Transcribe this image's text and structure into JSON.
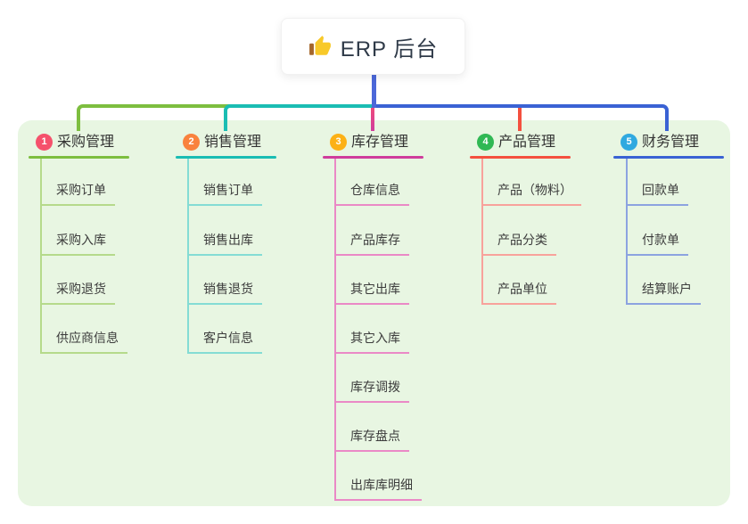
{
  "root": {
    "label": "ERP 后台",
    "icon": "thumbs-up-icon"
  },
  "colors": {
    "canvas_bg": "#ffffff",
    "panel_bg": "#e8f6e2",
    "root_connector": "#4c68d9",
    "root_text": "#2f3a48",
    "title_text": "#333333",
    "child_text": "#3c3c3c",
    "thumb_yellow": "#f8c929",
    "thumb_sleeve": "#a4662b"
  },
  "branches": [
    {
      "badge": "1",
      "label": "采购管理",
      "badge_color": "#f5516c",
      "line_color": "#7dbe3f",
      "child_line_color": "#b5da8b",
      "children": [
        "采购订单",
        "采购入库",
        "采购退货",
        "供应商信息"
      ]
    },
    {
      "badge": "2",
      "label": "销售管理",
      "badge_color": "#f9823d",
      "line_color": "#1abdb3",
      "child_line_color": "#84dcd4",
      "children": [
        "销售订单",
        "销售出库",
        "销售退货",
        "客户信息"
      ]
    },
    {
      "badge": "3",
      "label": "库存管理",
      "badge_color": "#fcb116",
      "line_color": "#cf3d9c",
      "child_line_color": "#ea89c6",
      "children": [
        "仓库信息",
        "产品库存",
        "其它出库",
        "其它入库",
        "库存调拨",
        "库存盘点",
        "出库库明细"
      ]
    },
    {
      "badge": "4",
      "label": "产品管理",
      "badge_color": "#30b854",
      "line_color": "#f4503f",
      "child_line_color": "#f8a29b",
      "children": [
        "产品（物料）",
        "产品分类",
        "产品单位"
      ]
    },
    {
      "badge": "5",
      "label": "财务管理",
      "badge_color": "#2fa9e0",
      "line_color": "#3a62d4",
      "child_line_color": "#8ca3e0",
      "children": [
        "回款单",
        "付款单",
        "结算账户"
      ]
    }
  ]
}
